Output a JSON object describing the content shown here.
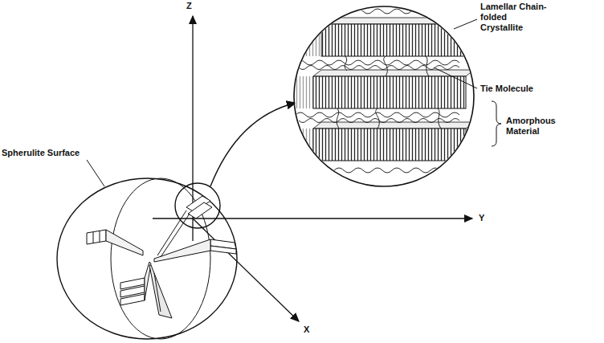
{
  "diagram": {
    "labels": [
      "Z",
      "Y",
      "X",
      "Spherulite Surface",
      "Lamellar Chain-folded Crystallite",
      "Tie Molecule",
      "Amorphous Material"
    ]
  }
}
